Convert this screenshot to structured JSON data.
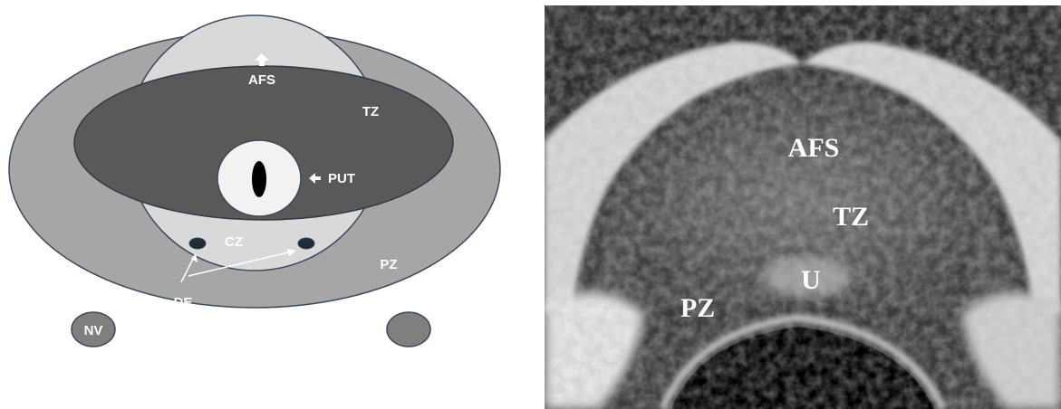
{
  "diagram": {
    "labels": {
      "afs": "AFS",
      "tz": "TZ",
      "put": "PUT",
      "cz": "CZ",
      "pz": "PZ",
      "de": "DE",
      "nv": "NV"
    },
    "colors": {
      "peripheral_zone": "#a6a6a6",
      "central_zone": "#d9d9d9",
      "transition_zone": "#595959",
      "outline": "#3a4a5c",
      "urethra_fill": "#f2f2f2",
      "neurovascular": "#7f7f7f"
    }
  },
  "mri": {
    "labels": {
      "afs": "AFS",
      "tz": "TZ",
      "u": "U",
      "pz": "PZ"
    }
  }
}
